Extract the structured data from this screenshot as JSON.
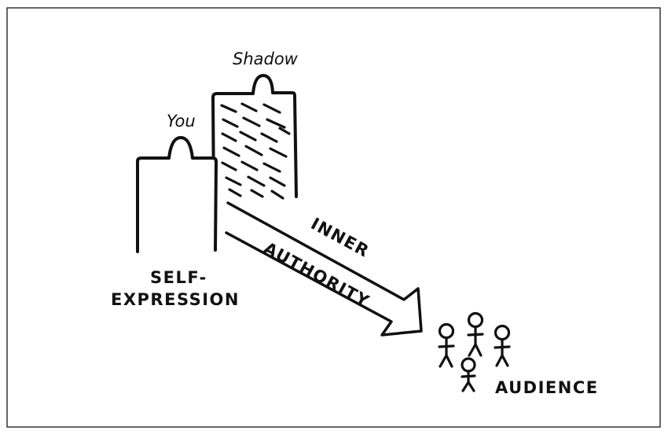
{
  "figures": {
    "you_label": "You",
    "shadow_label": "Shadow"
  },
  "labels": {
    "self_expression_line1": "SELF-",
    "self_expression_line2": "EXPRESSION",
    "arrow_top": "INNER",
    "arrow_bottom": "AUTHORITY",
    "audience": "AUDIENCE"
  },
  "colors": {
    "ink": "#111111",
    "frame": "#333333",
    "background": "#ffffff"
  }
}
